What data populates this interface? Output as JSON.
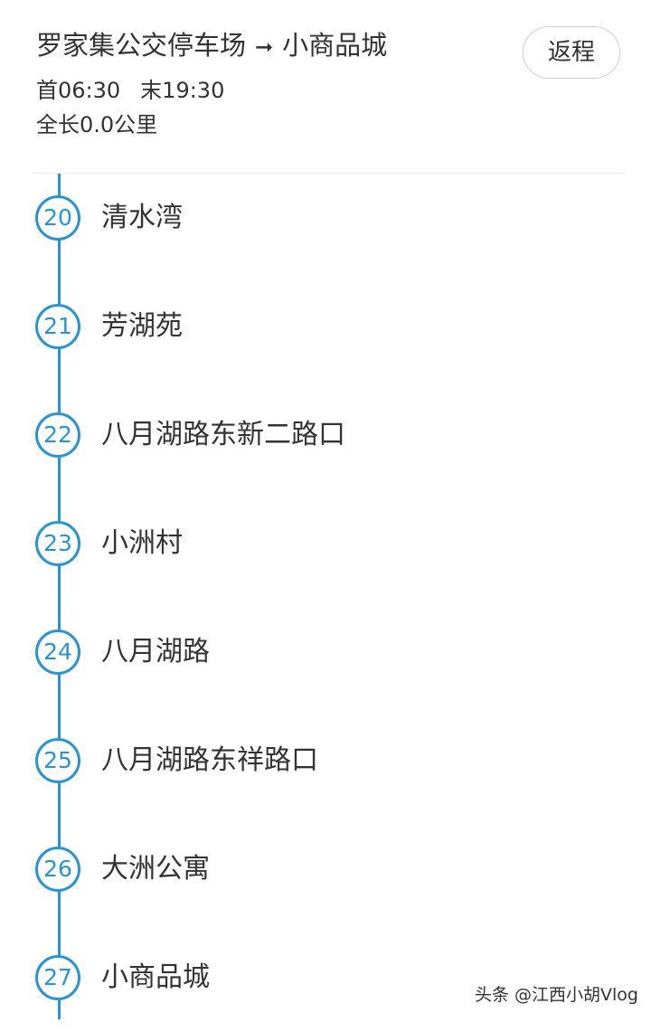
{
  "header": {
    "origin": "罗家集公交停车场",
    "destination": "小商品城",
    "first_bus": "首06:30",
    "last_bus": "末19:30",
    "length": "全长0.0公里",
    "return_label": "返程"
  },
  "stops": [
    {
      "number": "20",
      "name": "清水湾"
    },
    {
      "number": "21",
      "name": "芳湖苑"
    },
    {
      "number": "22",
      "name": "八月湖路东新二路口"
    },
    {
      "number": "23",
      "name": "小洲村"
    },
    {
      "number": "24",
      "name": "八月湖路"
    },
    {
      "number": "25",
      "name": "八月湖路东祥路口"
    },
    {
      "number": "26",
      "name": "大洲公寓"
    },
    {
      "number": "27",
      "name": "小商品城"
    }
  ],
  "watermark": "头条 @江西小胡Vlog",
  "colors": {
    "accent": "#2a93d5",
    "text": "#333333",
    "divider": "#e6e6e6"
  },
  "icons": {
    "direction_arrow": "arrow-right-icon"
  }
}
